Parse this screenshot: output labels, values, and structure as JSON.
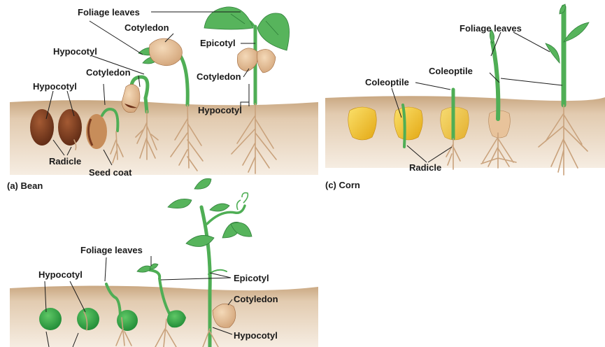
{
  "bean": {
    "caption": "(a) Bean",
    "labels": {
      "foliage_leaves": "Foliage leaves",
      "cotyledon_top": "Cotyledon",
      "epicotyl": "Epicotyl",
      "hypocotyl_top": "Hypocotyl",
      "cotyledon_mid": "Cotyledon",
      "cotyledon_right": "Cotyledon",
      "hypocotyl_left": "Hypocotyl",
      "hypocotyl_right": "Hypocotyl",
      "radicle": "Radicle",
      "seed_coat": "Seed coat"
    }
  },
  "corn": {
    "caption": "(c) Corn",
    "labels": {
      "foliage_leaves": "Foliage leaves",
      "coleoptile_right": "Coleoptile",
      "coleoptile_left": "Coleoptile",
      "radicle": "Radicle"
    }
  },
  "pea": {
    "labels": {
      "foliage_leaves": "Foliage leaves",
      "hypocotyl": "Hypocotyl",
      "epicotyl": "Epicotyl",
      "cotyledon": "Cotyledon",
      "hypocotyl_right": "Hypocotyl"
    }
  },
  "colors": {
    "soil_light": "#f3e7d8",
    "soil_dark": "#c9a781",
    "stem_green": "#4fae55",
    "bean_seed": "#7a3b1f",
    "corn_kernel": "#f2c42c",
    "cotyledon": "#e8c39b",
    "root": "#c9a27c"
  }
}
